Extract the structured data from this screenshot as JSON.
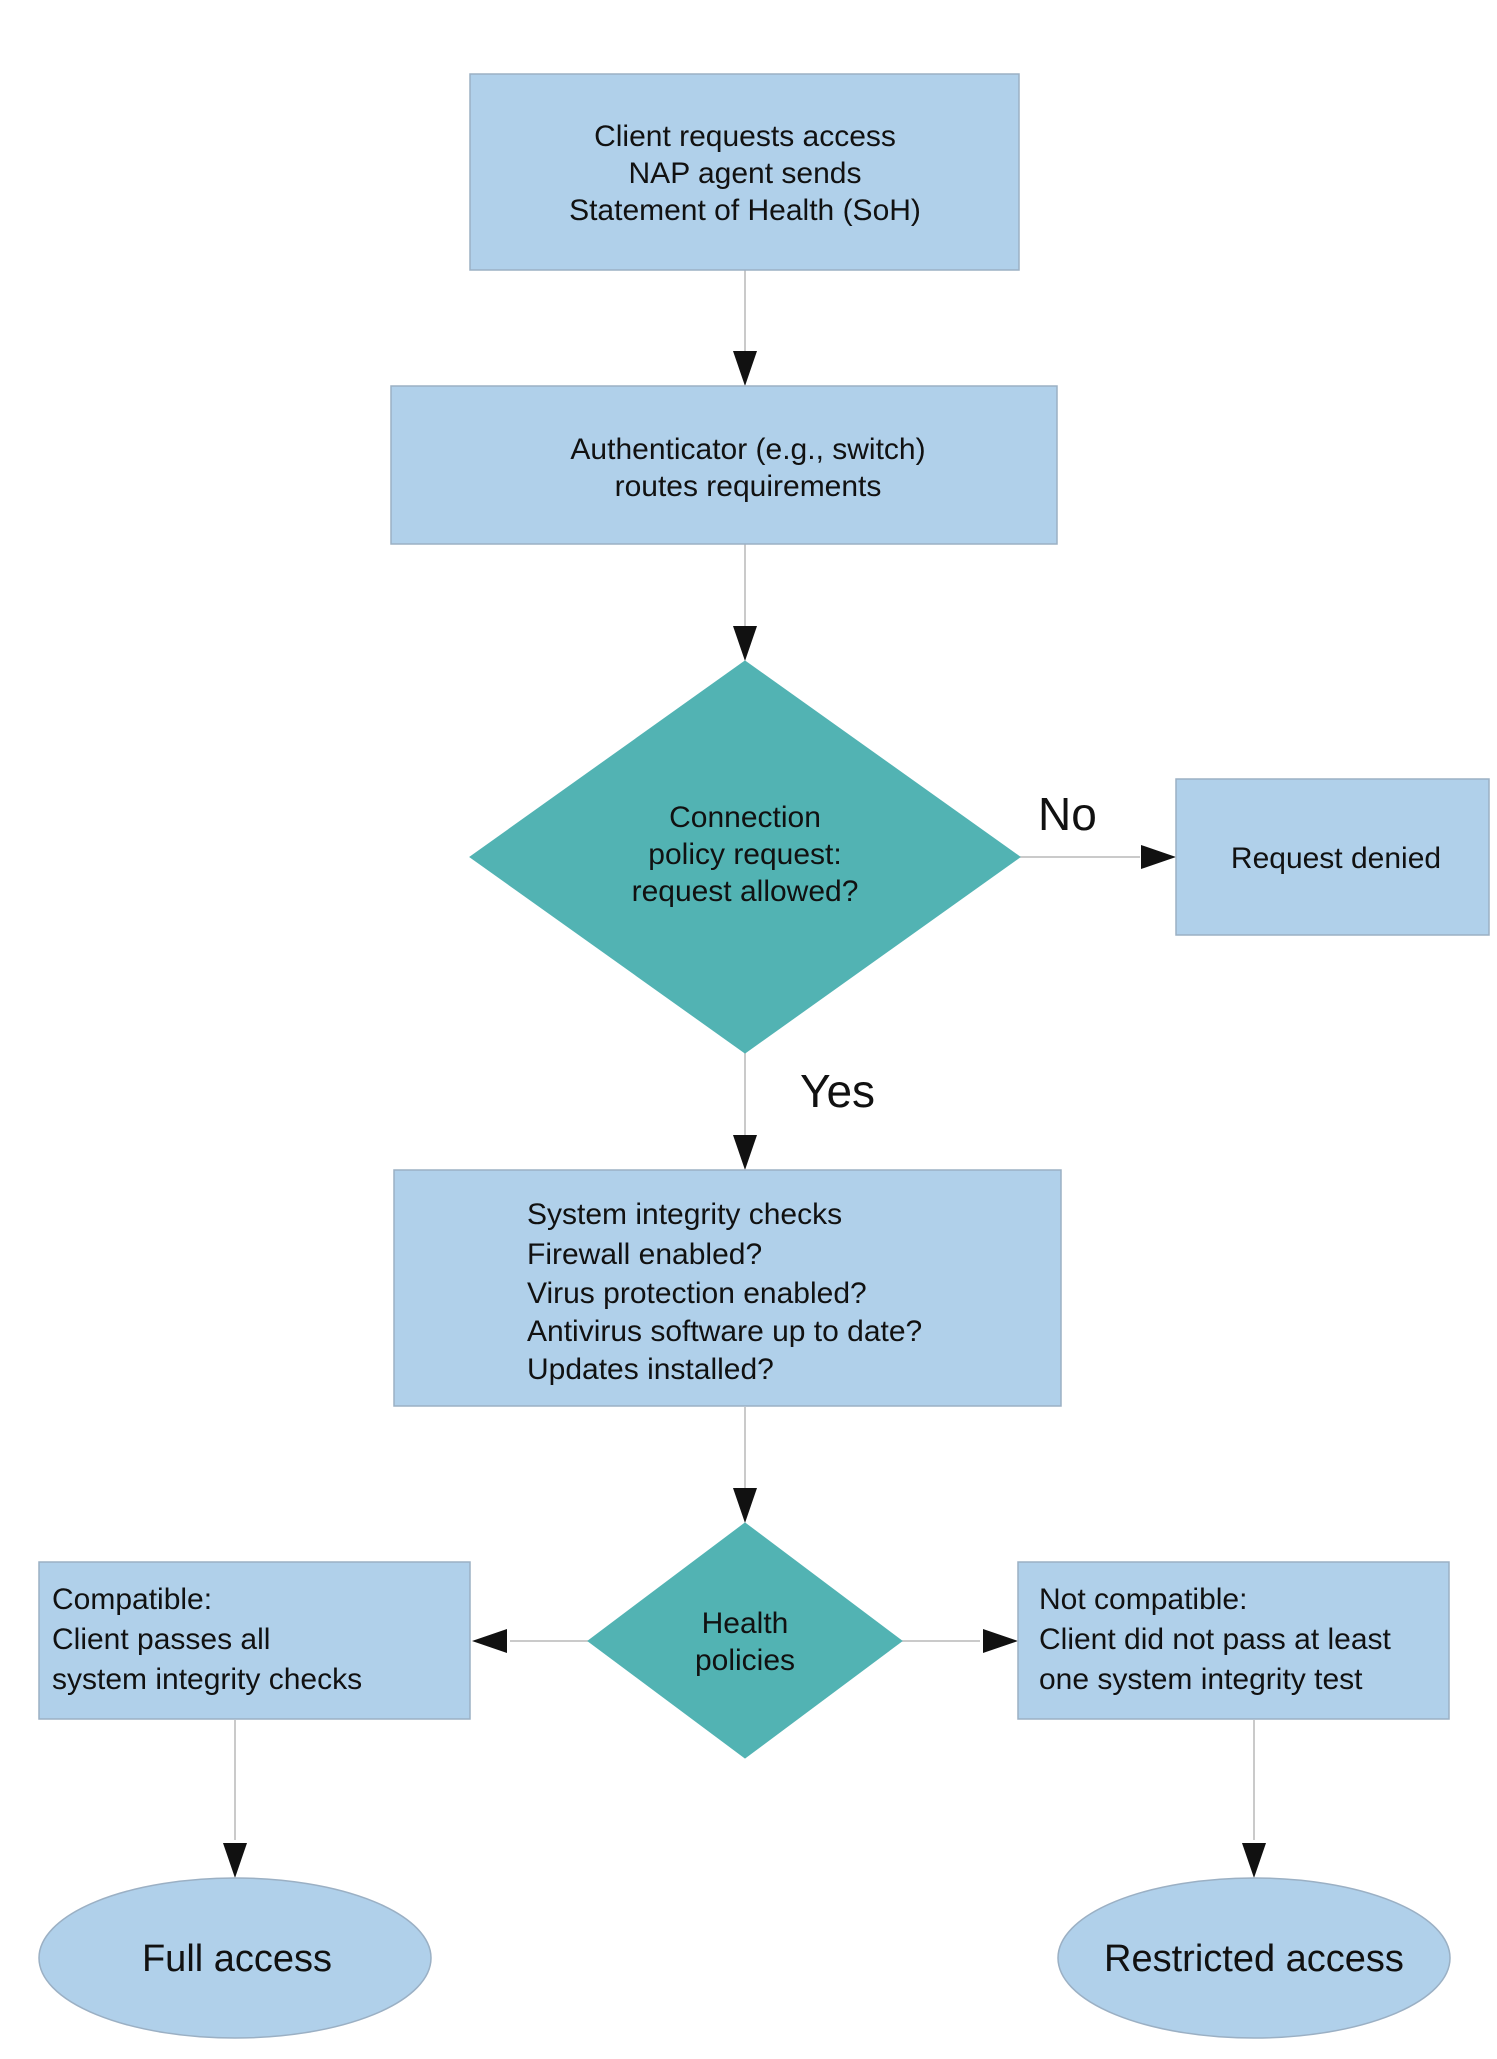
{
  "diagram": {
    "start_box": {
      "lines": [
        "Client requests access",
        "NAP agent sends",
        "Statement of Health (SoH)"
      ]
    },
    "authenticator_box": {
      "lines": [
        "Authenticator (e.g., switch)",
        "routes requirements"
      ]
    },
    "connection_decision": {
      "lines": [
        "Connection",
        "policy request:",
        "request allowed?"
      ]
    },
    "no_label": "No",
    "yes_label": "Yes",
    "denied_box": {
      "lines": [
        "Request denied"
      ]
    },
    "integrity_box": {
      "lines": [
        "System integrity checks",
        "Firewall enabled?",
        "Virus protection enabled?",
        "Antivirus software up to date?",
        "Updates installed?"
      ]
    },
    "health_decision": {
      "lines": [
        "Health",
        "policies"
      ]
    },
    "compatible_box": {
      "lines": [
        "Compatible:",
        "Client passes all",
        "system integrity checks"
      ]
    },
    "not_compatible_box": {
      "lines": [
        "Not compatible:",
        "Client did not pass at least",
        "one system integrity test"
      ]
    },
    "full_access": {
      "lines": [
        "Full access"
      ]
    },
    "restricted_access": {
      "lines": [
        "Restricted access"
      ]
    },
    "colors": {
      "box_fill": "#b0d0ea",
      "box_stroke": "#9bb0c4",
      "decision_fill": "#52b3b3",
      "connector": "#b8b8b8",
      "arrowhead": "#111111",
      "text": "#111111"
    }
  }
}
